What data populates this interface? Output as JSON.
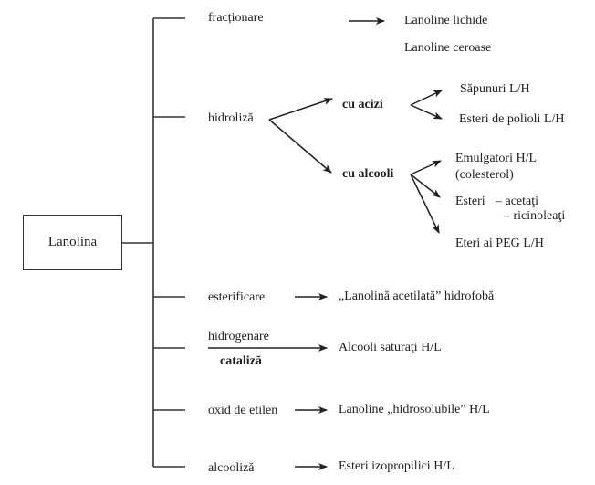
{
  "root": {
    "label": "Lanolina"
  },
  "processes": {
    "fractionare": {
      "label": "fracționare",
      "products": [
        "Lanoline lichide",
        "Lanoline ceroase"
      ]
    },
    "hidroliza": {
      "label": "hidroliză",
      "branches": {
        "acizi": {
          "label": "cu acizi",
          "products": [
            "Săpunuri L/H",
            "Esteri de polioli L/H"
          ]
        },
        "alcooli": {
          "label": "cu alcooli",
          "products": {
            "emulgatori": "Emulgatori H/L",
            "emulgatori_note": "(colesterol)",
            "esteri": "Esteri",
            "esteri_sub1": "– acetaţi",
            "esteri_sub2": "– ricinoleaţi",
            "eteri": "Eteri ai PEG L/H"
          }
        }
      }
    },
    "esterificare": {
      "label": "esterificare",
      "product": "„Lanolină acetilată” hidrofobă"
    },
    "hidrogenare": {
      "label": "hidrogenare",
      "condition": "cataliză",
      "product": "Alcooli saturaţi H/L"
    },
    "oxid": {
      "label": "oxid de etilen",
      "product": "Lanoline „hidrosolubile” H/L"
    },
    "alcooliza": {
      "label": "alcooliză",
      "product": "Esteri izopropilici H/L"
    }
  },
  "colors": {
    "line": "#333333",
    "text": "#222222"
  }
}
